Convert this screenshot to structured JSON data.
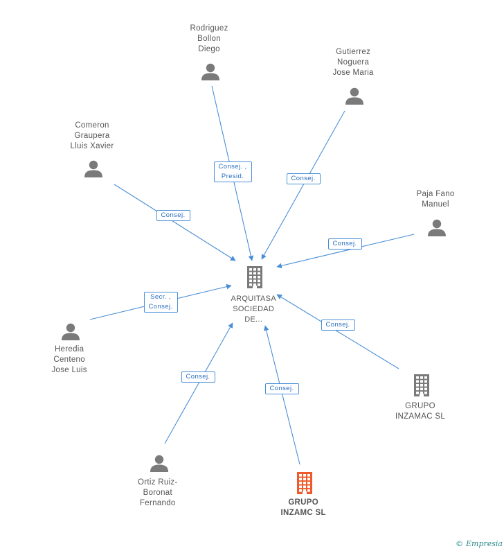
{
  "center": {
    "lines": [
      "ARQUITASA",
      "SOCIEDAD",
      "DE..."
    ],
    "icon": "building-icon"
  },
  "nodes": [
    {
      "id": "rodriguez",
      "lines": [
        "Rodriguez",
        "Bollon",
        "Diego"
      ],
      "icon": "person-icon"
    },
    {
      "id": "gutierrez",
      "lines": [
        "Gutierrez",
        "Noguera",
        "Jose Maria"
      ],
      "icon": "person-icon"
    },
    {
      "id": "comeron",
      "lines": [
        "Comeron",
        "Graupera",
        "Lluis Xavier"
      ],
      "icon": "person-icon"
    },
    {
      "id": "paja",
      "lines": [
        "Paja Fano",
        "Manuel"
      ],
      "icon": "person-icon"
    },
    {
      "id": "heredia",
      "lines": [
        "Heredia",
        "Centeno",
        "Jose Luis"
      ],
      "icon": "person-icon"
    },
    {
      "id": "grupo_inzamac",
      "lines": [
        "GRUPO",
        "INZAMAC SL"
      ],
      "icon": "building-icon"
    },
    {
      "id": "ortiz",
      "lines": [
        "Ortiz Ruiz-",
        "Boronat",
        "Fernando"
      ],
      "icon": "person-icon"
    },
    {
      "id": "grupo_inzamc",
      "lines": [
        "GRUPO",
        "INZAMC  SL"
      ],
      "icon": "building-icon",
      "highlight": true
    }
  ],
  "edges": [
    {
      "from": "rodriguez",
      "lines": [
        "Consej. ,",
        "Presid."
      ]
    },
    {
      "from": "gutierrez",
      "lines": [
        "Consej."
      ]
    },
    {
      "from": "comeron",
      "lines": [
        "Consej."
      ]
    },
    {
      "from": "paja",
      "lines": [
        "Consej."
      ]
    },
    {
      "from": "heredia",
      "lines": [
        "Secr. ,",
        "Consej."
      ]
    },
    {
      "from": "grupo_inzamac",
      "lines": [
        "Consej."
      ]
    },
    {
      "from": "ortiz",
      "lines": [
        "Consej."
      ]
    },
    {
      "from": "grupo_inzamc",
      "lines": [
        "Consej."
      ]
    }
  ],
  "colors": {
    "edge": "#4a8fd6",
    "icon": "#7a7a7a",
    "highlight_icon": "#ee5a2a"
  },
  "footer": {
    "copyright": "©",
    "brand": "Empresia"
  }
}
